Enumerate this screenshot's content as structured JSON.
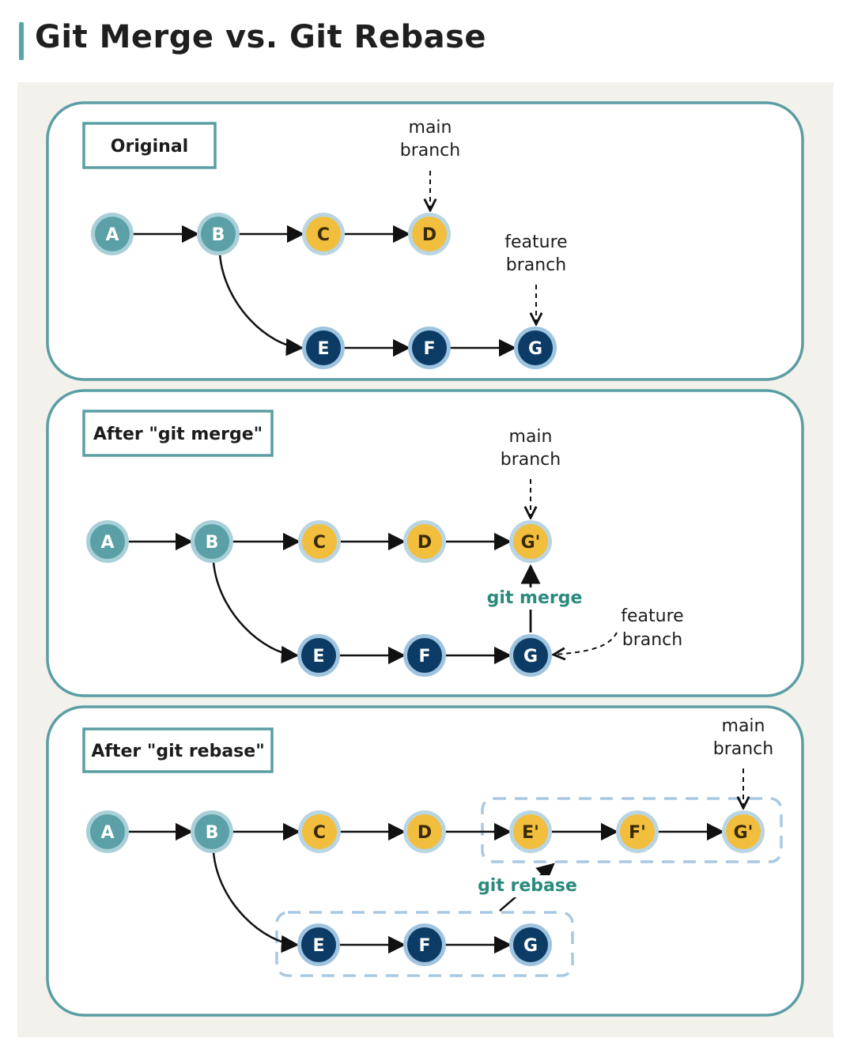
{
  "title": "Git Merge vs. Git Rebase",
  "colors": {
    "panel_border": "#5a9ea3",
    "teal_node": "#5ba0a6",
    "teal_ring": "#a9d0d8",
    "yellow_node": "#f2be3e",
    "yellow_ring": "#b9d5e2",
    "navy_node": "#0c3b66",
    "navy_ring": "#9fc4df",
    "op_text": "#2b8a7e",
    "dashed_group": "#a9c8e2"
  },
  "panels": [
    {
      "id": "original",
      "box_title": "Original",
      "nodes": [
        {
          "label": "A",
          "kind": "teal"
        },
        {
          "label": "B",
          "kind": "teal"
        },
        {
          "label": "C",
          "kind": "yellow"
        },
        {
          "label": "D",
          "kind": "yellow"
        },
        {
          "label": "E",
          "kind": "navy"
        },
        {
          "label": "F",
          "kind": "navy"
        },
        {
          "label": "G",
          "kind": "navy"
        }
      ],
      "pointers": [
        {
          "line1": "main",
          "line2": "branch",
          "target": "D"
        },
        {
          "line1": "feature",
          "line2": "branch",
          "target": "G"
        }
      ]
    },
    {
      "id": "merge",
      "box_title": "After \"git merge\"",
      "nodes": [
        {
          "label": "A",
          "kind": "teal"
        },
        {
          "label": "B",
          "kind": "teal"
        },
        {
          "label": "C",
          "kind": "yellow"
        },
        {
          "label": "D",
          "kind": "yellow"
        },
        {
          "label": "G'",
          "kind": "yellow"
        },
        {
          "label": "E",
          "kind": "navy"
        },
        {
          "label": "F",
          "kind": "navy"
        },
        {
          "label": "G",
          "kind": "navy"
        }
      ],
      "pointers": [
        {
          "line1": "main",
          "line2": "branch",
          "target": "G'"
        },
        {
          "line1": "feature",
          "line2": "branch",
          "target": "G"
        }
      ],
      "operation": "git merge"
    },
    {
      "id": "rebase",
      "box_title": "After \"git rebase\"",
      "nodes": [
        {
          "label": "A",
          "kind": "teal"
        },
        {
          "label": "B",
          "kind": "teal"
        },
        {
          "label": "C",
          "kind": "yellow"
        },
        {
          "label": "D",
          "kind": "yellow"
        },
        {
          "label": "E'",
          "kind": "yellow"
        },
        {
          "label": "F'",
          "kind": "yellow"
        },
        {
          "label": "G'",
          "kind": "yellow"
        },
        {
          "label": "E",
          "kind": "navy"
        },
        {
          "label": "F",
          "kind": "navy"
        },
        {
          "label": "G",
          "kind": "navy"
        }
      ],
      "pointers": [
        {
          "line1": "main",
          "line2": "branch",
          "target": "G'"
        }
      ],
      "operation": "git rebase"
    }
  ]
}
